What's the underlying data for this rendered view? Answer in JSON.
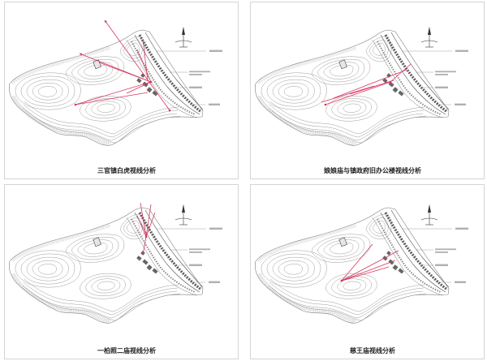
{
  "panels": [
    {
      "caption": "三官镇白虎视线分析"
    },
    {
      "caption": "娘娘庙与镇政府旧办公楼视线分析"
    },
    {
      "caption": "一柏照二庙视线分析"
    },
    {
      "caption": "慈王庙视线分析"
    }
  ],
  "icons": {
    "north": "north-arrow-icon"
  },
  "colors": {
    "sight_line": "#d8345f",
    "contour": "#9a9a9a",
    "panel_border": "#d4d4d4"
  }
}
